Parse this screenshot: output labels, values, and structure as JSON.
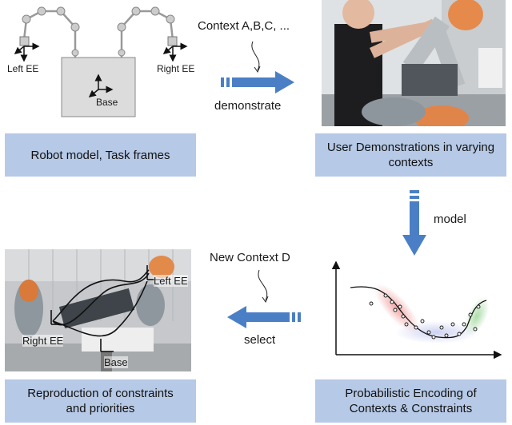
{
  "panels": {
    "robot_model": {
      "caption": "Robot model, Task  frames",
      "left_ee": "Left EE",
      "right_ee": "Right EE",
      "base": "Base"
    },
    "demonstrations": {
      "caption": "User Demonstrations in varying contexts"
    },
    "encoding": {
      "caption": "Probabilistic Encoding of Contexts & Constraints"
    },
    "reproduction": {
      "caption": "Reproduction of constraints and priorities",
      "left_ee": "Left EE",
      "right_ee": "Right EE",
      "base": "Base"
    }
  },
  "arrows": {
    "demonstrate": {
      "context": "Context A,B,C, ...",
      "label": "demonstrate"
    },
    "model": {
      "label": "model"
    },
    "select": {
      "context": "New Context D",
      "label": "select"
    }
  },
  "colors": {
    "caption_bg": "#b6c9e6",
    "arrow": "#4a7fc6",
    "cluster_red": "#f2a0a0",
    "cluster_blue": "#c8cdf0",
    "cluster_green": "#a9dba4"
  }
}
